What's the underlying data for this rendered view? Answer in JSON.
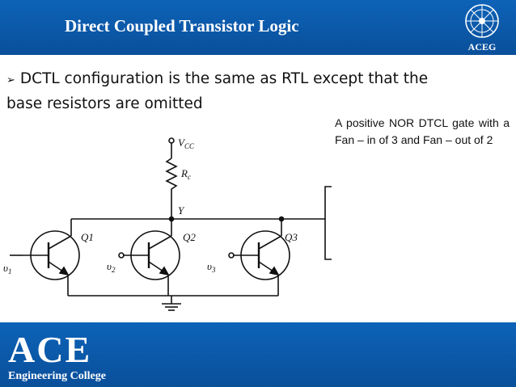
{
  "header": {
    "title": "Direct Coupled Transistor Logic",
    "logo_text": "ACEG"
  },
  "content": {
    "bullet_line1": "DCTL configuration is the same as RTL except that the",
    "bullet_line2": "base resistors are omitted",
    "caption": "A positive NOR DTCL gate with a Fan – in of 3 and Fan – out of 2"
  },
  "circuit": {
    "vcc_label": "V",
    "vcc_sub": "CC",
    "rc_label": "R",
    "rc_sub": "c",
    "y_label": "Y",
    "q1_label": "Q1",
    "q2_label": "Q2",
    "q3_label": "Q3",
    "v1_label": "υ",
    "v1_sub": "1",
    "v2_label": "υ",
    "v2_sub": "2",
    "v3_label": "υ",
    "v3_sub": "3"
  },
  "footer": {
    "brand": "ACE",
    "subtitle": "Engineering College"
  },
  "colors": {
    "header_blue": "#0b5aa8",
    "footer_blue": "#0b5aa8",
    "text": "#111111"
  }
}
